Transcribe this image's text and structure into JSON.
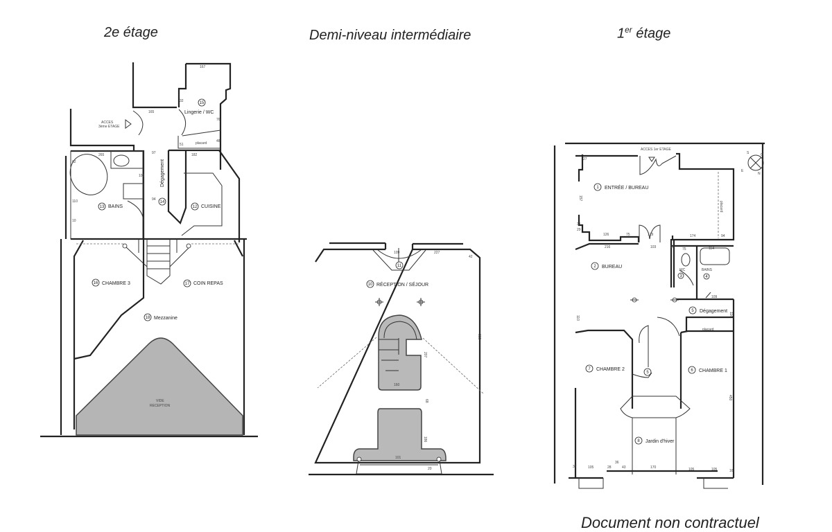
{
  "titles": {
    "second_floor": "2e étage",
    "mid_level": "Demi-niveau intermédiaire",
    "first_floor_main": "1",
    "first_floor_sup": "er",
    "first_floor_rest": " étage"
  },
  "footer": "Document non contractuel",
  "plan_2e": {
    "access": [
      "ACCES",
      "3ème ETAGE"
    ],
    "rooms": [
      {
        "num": "15",
        "label": "Lingerie / WC"
      },
      {
        "num": "14",
        "label": "Dégagement"
      },
      {
        "num": "13",
        "label": "BAINS"
      },
      {
        "num": "12",
        "label": "CUISINE"
      },
      {
        "num": "16",
        "label": "CHAMBRE 3"
      },
      {
        "num": "17",
        "label": "COIN REPAS"
      },
      {
        "num": "18",
        "label": "Mezzanine"
      }
    ],
    "placard": "placard",
    "void": [
      "VIDE",
      "RECEPTION"
    ],
    "dims": [
      "167",
      "165",
      "32",
      "76",
      "48",
      "51",
      "182",
      "97",
      "94",
      "103",
      "265",
      "62",
      "110",
      "10"
    ]
  },
  "plan_demi": {
    "rooms": [
      {
        "num": "10",
        "label": "RÉCEPTION / SÉJOUR"
      },
      {
        "num": "11",
        "label": ""
      }
    ],
    "dims": [
      "109",
      "227",
      "42",
      "315",
      "207",
      "160",
      "68",
      "186",
      "101",
      "20"
    ]
  },
  "plan_1er": {
    "access": "ACCES 1er ETAGE",
    "compass": [
      "S",
      "O",
      "E",
      "N"
    ],
    "rooms": [
      {
        "num": "1",
        "label": "ENTRÉE / BUREAU"
      },
      {
        "num": "2",
        "label": "BUREAU"
      },
      {
        "num": "3",
        "label": "WC"
      },
      {
        "num": "4",
        "label": "BAINS"
      },
      {
        "num": "5",
        "label": "Dégagement"
      },
      {
        "num": "6",
        "label": "CHAMBRE 1"
      },
      {
        "num": "7",
        "label": "CHAMBRE 2"
      },
      {
        "num": "8",
        "label": "Jardin d'hiver"
      }
    ],
    "stair_num": "5",
    "placard": [
      "placard",
      "placard"
    ],
    "dims_top": [
      "27",
      "157",
      "31",
      "29",
      "126",
      "75",
      "129",
      "103",
      "174",
      "94",
      "216",
      "20",
      "75",
      "114",
      "109"
    ],
    "dims_bottom": [
      "37",
      "105",
      "28",
      "36",
      "43",
      "170",
      "105",
      "105",
      "16"
    ],
    "dims_side": [
      "110",
      "116",
      "450"
    ]
  }
}
